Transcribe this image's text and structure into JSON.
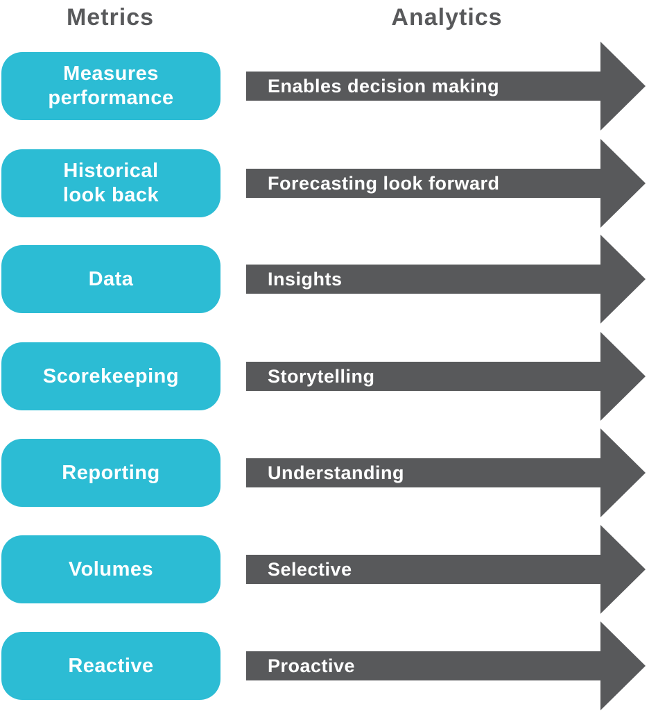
{
  "title": "Metrics vs Analytics comparison diagram",
  "headers": {
    "left": "Metrics",
    "right": "Analytics"
  },
  "colors": {
    "pill_teal": "#2cbcd4",
    "arrow_gray": "#58595b",
    "header_text": "#58595b",
    "label_text": "#ffffff",
    "background": "#ffffff"
  },
  "rows": [
    {
      "metric": "Measures\nperformance",
      "analytic": "Enables decision making"
    },
    {
      "metric": "Historical\nlook back",
      "analytic": "Forecasting look forward"
    },
    {
      "metric": "Data",
      "analytic": "Insights"
    },
    {
      "metric": "Scorekeeping",
      "analytic": "Storytelling"
    },
    {
      "metric": "Reporting",
      "analytic": "Understanding"
    },
    {
      "metric": "Volumes",
      "analytic": "Selective"
    },
    {
      "metric": "Reactive",
      "analytic": "Proactive"
    }
  ]
}
